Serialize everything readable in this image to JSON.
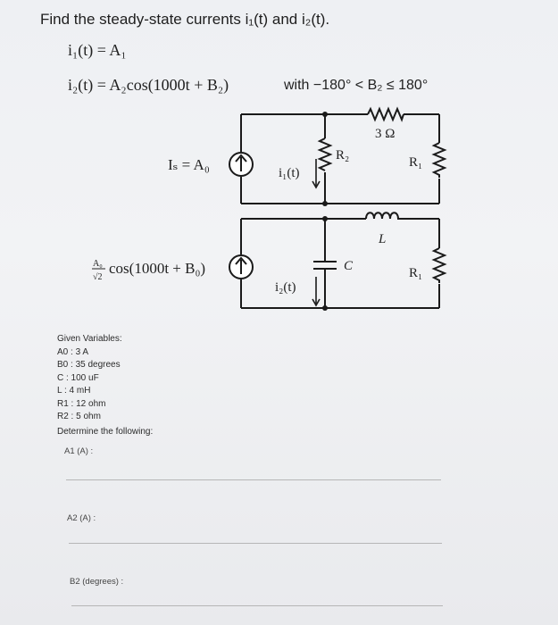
{
  "problem": {
    "title": "Find the steady-state currents i₁(t) and i₂(t).",
    "eq1": "i₁(t) = A₁",
    "eq2": "i₂(t) = A₂cos(1000t + B₂)",
    "constraint": "with −180° < B₂ ≤ 180°"
  },
  "circuit": {
    "source1_label": "Iₛ = A₀",
    "source2_label": "cos(1000t + B₀)",
    "source2_coef_num": "A₀",
    "source2_coef_den": "√2",
    "i1_label": "i₁(t)",
    "i2_label": "i₂(t)",
    "r2_label": "R₂",
    "r3_label": "3 Ω",
    "r1_top_label": "R₁",
    "r1_bottom_label": "R₁",
    "l_label": "L",
    "c_label": "C"
  },
  "given": {
    "heading": "Given Variables:",
    "items": [
      "A0 : 3 A",
      "B0 : 35 degrees",
      "C : 100 uF",
      "L : 4 mH",
      "R1 : 12 ohm",
      "R2 : 5 ohm"
    ],
    "determine": "Determine the following:"
  },
  "answers": {
    "a1_label": "A1 (A) :",
    "a2_label": "A2 (A) :",
    "b2_label": "B2 (degrees) :"
  }
}
